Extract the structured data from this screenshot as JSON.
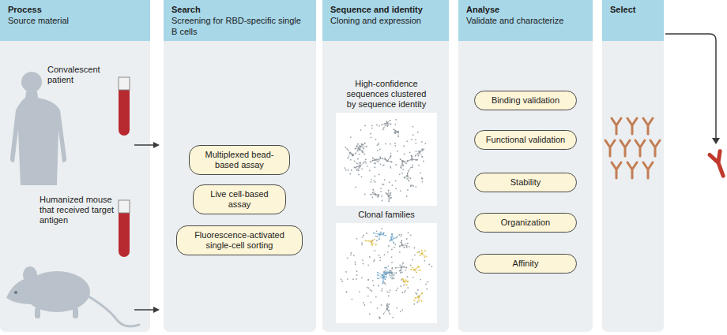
{
  "diagram": {
    "nodes": [
      {
        "text": [
          "Process",
          "Source material"
        ]
      },
      {
        "text": [
          "Search",
          "Screening for RBD-specific single B cells"
        ]
      },
      {
        "text": [
          "Multiplexed bead-based assay"
        ],
        "in": 1
      },
      {
        "text": [
          "Live cell-based assay"
        ],
        "in": 1
      },
      {
        "text": [
          "Fluorescence-activated single-cell sorting"
        ],
        "in": 1
      },
      {
        "text": [
          "Sequence and identity",
          "Cloning and expression"
        ]
      },
      {
        "text": [
          "Analyse",
          "Validate and characterize"
        ]
      },
      {
        "text": [
          "Binding validation"
        ],
        "in": 6
      },
      {
        "text": [
          "Functional validation"
        ],
        "in": 6
      },
      {
        "text": [
          "Stability"
        ],
        "in": 6
      },
      {
        "text": [
          "Organization"
        ],
        "in": 6
      },
      {
        "text": [
          "Affinity"
        ],
        "in": 6
      },
      {
        "text": [
          "Select"
        ]
      }
    ],
    "labels": [
      "Convalescent patient",
      "Humanized mouse that received target antigen",
      "High-confidence sequences clustered by sequence identity",
      "Clonal families"
    ]
  }
}
